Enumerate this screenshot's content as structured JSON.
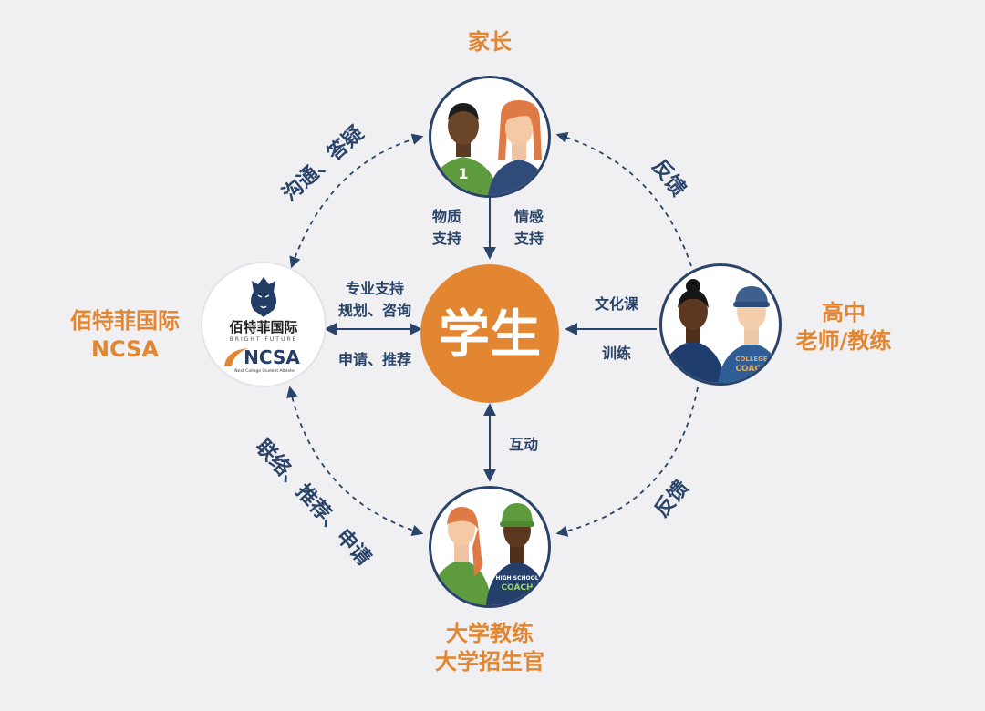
{
  "colors": {
    "accent": "#e38632",
    "navy": "#2a4469",
    "background": "#f0f0f2",
    "green": "#5e9a3e"
  },
  "center": {
    "label": "学生"
  },
  "nodes": {
    "parents": {
      "label": "家长"
    },
    "agency": {
      "label_line1": "佰特菲国际",
      "label_line2": "NCSA",
      "logo": {
        "brand_cn": "佰特菲国际",
        "brand_en": "BRIGHT FUTURE",
        "ncsa": "NCSA",
        "ncsa_sub": "Next College Student Athlete"
      }
    },
    "highschool": {
      "label_line1": "高中",
      "label_line2": "老师/教练"
    },
    "college": {
      "label_line1": "大学教练",
      "label_line2": "大学招生官"
    }
  },
  "flows": {
    "parent_to_student_1": [
      "物质",
      "支持"
    ],
    "parent_to_student_2": [
      "情感",
      "支持"
    ],
    "agency_student_top": [
      "专业支持",
      "规划、咨询"
    ],
    "agency_student_bottom": "申请、推荐",
    "hs_to_student_top": "文化课",
    "hs_to_student_bottom": "训练",
    "student_college": "互动",
    "agency_parents": "沟通、答疑",
    "hs_parents": "反馈",
    "hs_college": "反馈",
    "agency_college": "联络、推荐、申请"
  },
  "icons": {
    "parents": "two-parents-avatars-icon",
    "agency": "lion-crest-logo-icon",
    "highschool": "teacher-and-coach-avatars-icon",
    "college": "college-coaches-avatars-icon",
    "jersey_number": "1",
    "hs_coach_shirt": [
      "COLLEGE",
      "COACH"
    ],
    "college_coach_shirt": [
      "HIGH SCHOOL",
      "COACH"
    ]
  }
}
